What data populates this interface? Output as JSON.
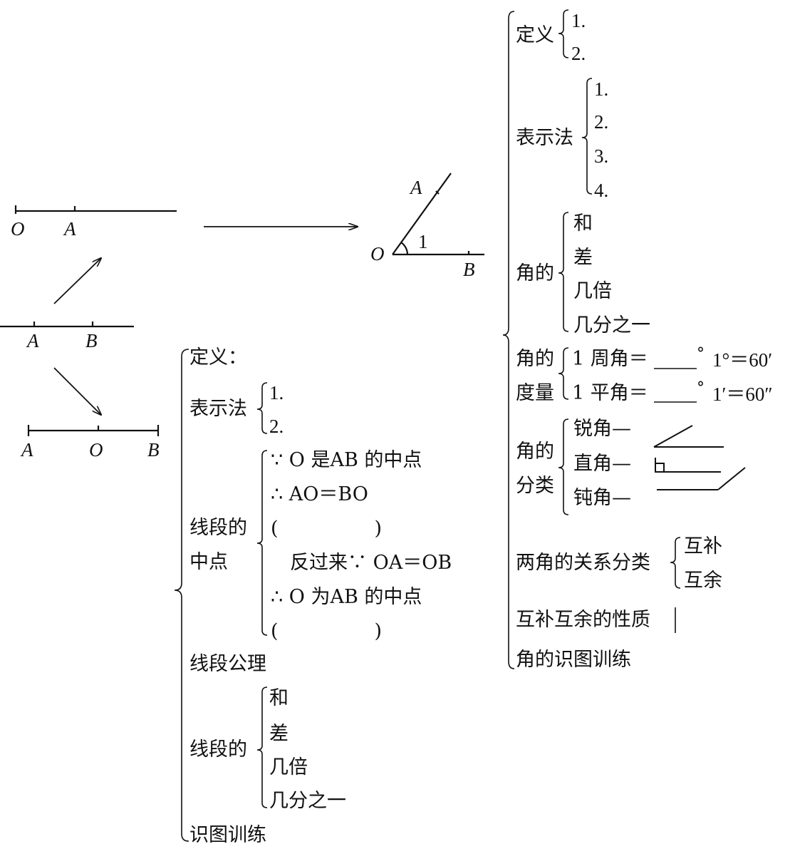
{
  "segments": {
    "top": {
      "labels": [
        "O",
        "A"
      ]
    },
    "middle": {
      "labels": [
        "A",
        "B"
      ]
    },
    "bottom": {
      "labels": [
        "A",
        "O",
        "B"
      ]
    }
  },
  "angle_figure": {
    "labels": [
      "A",
      "O",
      "B",
      "1"
    ]
  },
  "segment_tree": {
    "definition": "定义：",
    "notation": {
      "label": "表示法",
      "items": [
        "1.",
        "2."
      ]
    },
    "midpoint": {
      "label_line1": "线段的",
      "label_line2": "中点",
      "items": {
        "given": "∵ O 是AB 的中点",
        "so": "∴ AO＝BO",
        "paren1": "(　　　　　)",
        "converse": "反过来∵ OA＝OB",
        "so2": "∴ O 为AB 的中点",
        "paren2": "(　　　　　)"
      }
    },
    "axiom": "线段公理",
    "operations": {
      "label": "线段的",
      "items": [
        "和",
        "差",
        "几倍",
        "几分之一"
      ]
    },
    "training": "识图训练"
  },
  "angle_tree": {
    "definition": {
      "label": "定义",
      "items": [
        "1.",
        "2."
      ]
    },
    "notation": {
      "label": "表示法",
      "items": [
        "1.",
        "2.",
        "3.",
        "4."
      ]
    },
    "operations": {
      "label": "角的",
      "items": [
        "和",
        "差",
        "几倍",
        "几分之一"
      ]
    },
    "measure": {
      "label_line1": "角的",
      "label_line2": "度量",
      "rows": [
        {
          "text": "1 周角＝",
          "blank": "____",
          "degree": "°",
          "fact": "1°＝60′"
        },
        {
          "text": "1 平角＝",
          "blank": "____",
          "degree": "°",
          "fact": "1′＝60″"
        }
      ]
    },
    "classification": {
      "label_line1": "角的",
      "label_line2": "分类",
      "items": [
        "锐角—",
        "直角—",
        "钝角—"
      ]
    },
    "relation": {
      "label": "两角的关系分类",
      "items": [
        "互补",
        "互余"
      ]
    },
    "properties": "互补互余的性质",
    "training": "角的识图训练"
  }
}
